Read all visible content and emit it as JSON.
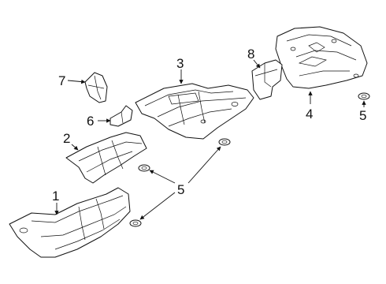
{
  "callouts": [
    {
      "id": "1",
      "label": "1"
    },
    {
      "id": "2",
      "label": "2"
    },
    {
      "id": "3",
      "label": "3"
    },
    {
      "id": "4",
      "label": "4"
    },
    {
      "id": "5a",
      "label": "5"
    },
    {
      "id": "5b",
      "label": "5"
    },
    {
      "id": "6",
      "label": "6"
    },
    {
      "id": "7",
      "label": "7"
    },
    {
      "id": "8",
      "label": "8"
    }
  ]
}
